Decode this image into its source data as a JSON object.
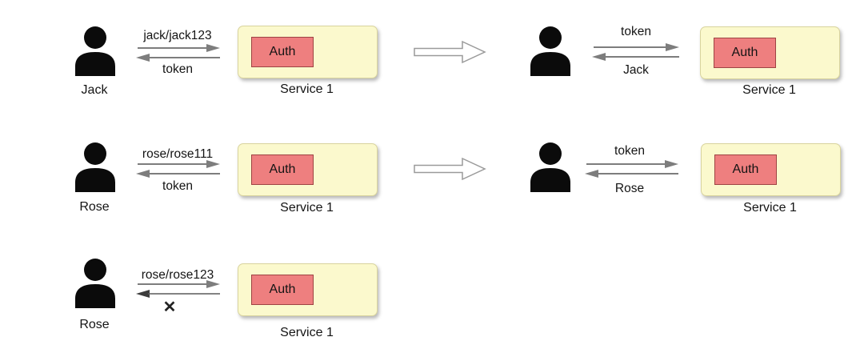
{
  "colors": {
    "service_fill": "#fbf9cd",
    "service_border": "#d9d49e",
    "auth_fill": "#ee7f7f",
    "auth_border": "#9e4343",
    "arrow_gray": "#7d7d7d",
    "arrow_dark": "#3c3c3c",
    "person": "#0b0b0b",
    "background": "#ffffff"
  },
  "flows": {
    "left": [
      {
        "user": "Jack",
        "request": "jack/jack123",
        "response": "token",
        "component": "Auth",
        "service": "Service 1"
      },
      {
        "user": "Rose",
        "request": "rose/rose111",
        "response": "token",
        "component": "Auth",
        "service": "Service 1"
      },
      {
        "user": "Rose",
        "request": "rose/rose123",
        "response_mark": "✕",
        "component": "Auth",
        "service": "Service 1"
      }
    ],
    "right": [
      {
        "request": "token",
        "response": "Jack",
        "component": "Auth",
        "service": "Service 1"
      },
      {
        "request": "token",
        "response": "Rose",
        "component": "Auth",
        "service": "Service 1"
      }
    ]
  }
}
